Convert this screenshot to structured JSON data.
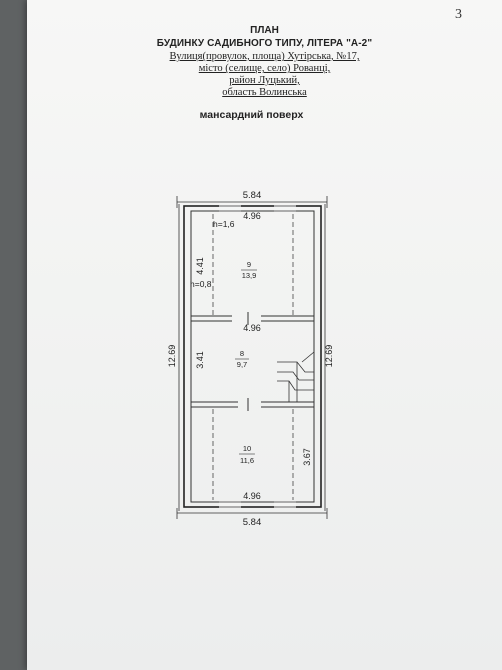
{
  "page_number": "3",
  "header": {
    "title": "ПЛАН",
    "subtitle": "БУДИНКУ САДИБНОГО ТИПУ, ЛІТЕРА \"А-2\"",
    "address_line1": "Вулиця(провулок, площа) Хутірська, №17,",
    "address_line2": "місто (селище, село) Рованці,",
    "address_line3": "район Луцький,",
    "address_line4": "область Волинська"
  },
  "floor_label": "мансардний поверх",
  "plan": {
    "outer_width_top": "5.84",
    "outer_width_bottom": "5.84",
    "overall_length_left": "12.69",
    "overall_length_right": "12.69",
    "inner_width_top": "4.96",
    "inner_width_middle": "4.96",
    "inner_width_bottom": "4.96",
    "rooms": [
      {
        "number": "9",
        "area": "13,9"
      },
      {
        "number": "8",
        "area": "9,7"
      },
      {
        "number": "10",
        "area": "11,6"
      }
    ],
    "room9_length": "4.41",
    "room8_length": "3.41",
    "room10_length": "3.67",
    "height_high": "h=1,6",
    "height_low": "h=0,8"
  }
}
